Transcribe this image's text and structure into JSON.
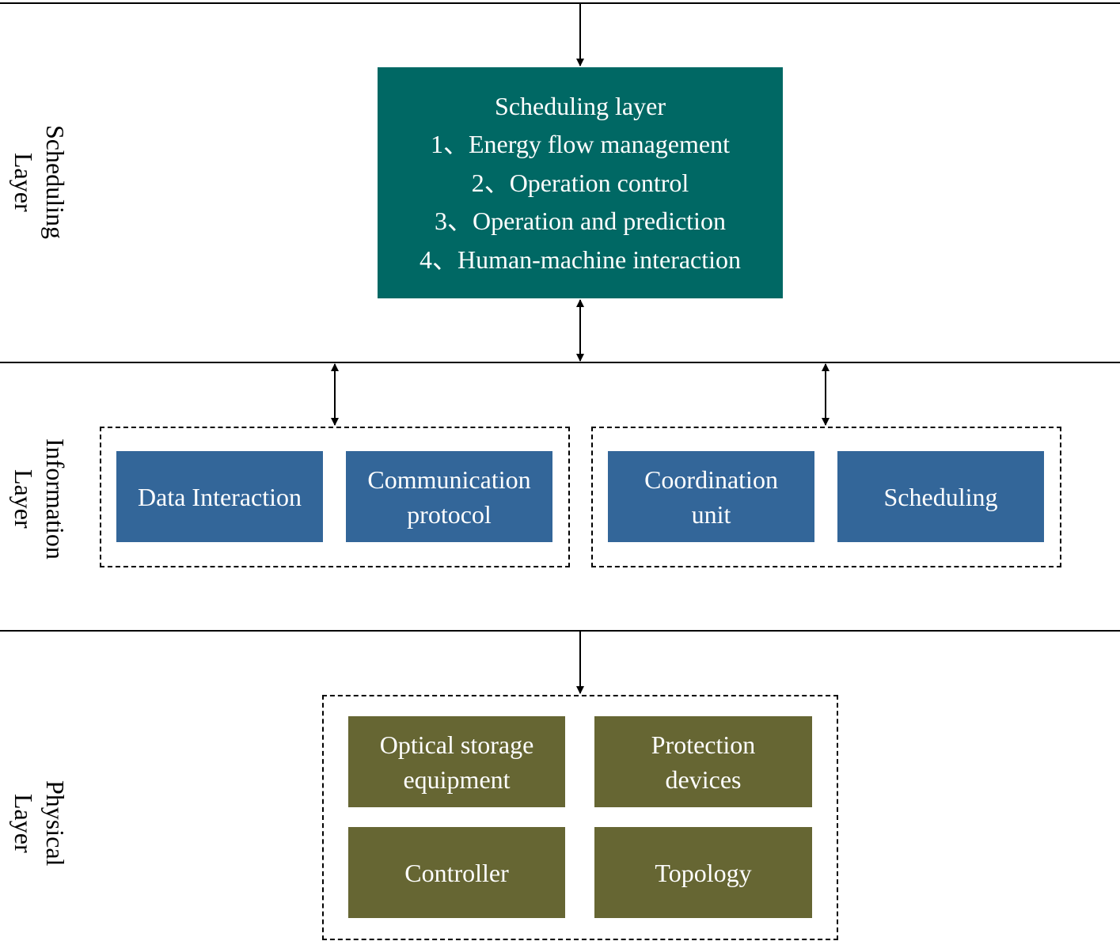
{
  "colors": {
    "scheduling_box": "#006864",
    "information_box": "#336699",
    "physical_box": "#666633",
    "line": "#000000",
    "text_on_box": "#ffffff"
  },
  "side_labels": {
    "scheduling": "Scheduling\nLayer",
    "information": "Information\nLayer",
    "physical": "Physical\nLayer"
  },
  "scheduling_box": {
    "title": "Scheduling layer",
    "items": [
      "1、Energy flow management",
      "2、Operation control",
      "3、Operation and prediction",
      "4、Human-machine interaction"
    ]
  },
  "information_layer": {
    "left_group": [
      "Data Interaction",
      "Communication\nprotocol"
    ],
    "right_group": [
      "Coordination\nunit",
      "Scheduling"
    ]
  },
  "physical_layer": {
    "boxes": [
      "Optical storage\nequipment",
      "Protection\ndevices",
      "Controller",
      "Topology"
    ]
  }
}
